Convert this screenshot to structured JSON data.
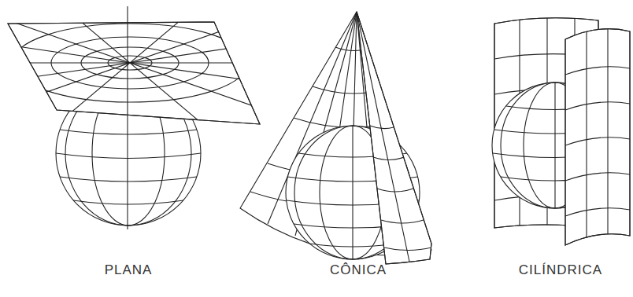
{
  "diagram": {
    "labels": [
      "PLANA",
      "CÔNICA",
      "CILÍNDRICA"
    ]
  }
}
